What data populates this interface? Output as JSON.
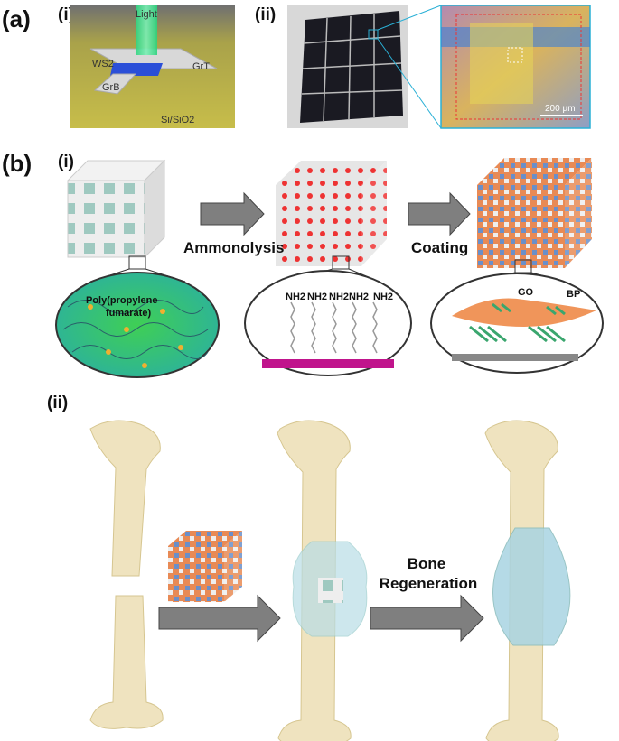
{
  "panels": {
    "a": "(a)",
    "a_i": "(i)",
    "a_ii": "(ii)",
    "b": "(b)",
    "b_i": "(i)",
    "b_ii": "(ii)"
  },
  "device": {
    "light": "Light",
    "ws2": "WS2",
    "gr_t": "GrT",
    "gr_b": "GrB",
    "substrate": "Si/SiO2"
  },
  "micrograph": {
    "scale_bar": "200 µm"
  },
  "scaffold": {
    "step1": "Ammonolysis",
    "step2": "Coating",
    "polymer_line1": "Poly(propylene",
    "polymer_line2": "fumarate)",
    "amine_groups": [
      "NH2",
      "NH2",
      "NH2",
      "NH2",
      "NH2"
    ],
    "go": "GO",
    "bp": "BP"
  },
  "regeneration": {
    "label_line1": "Bone",
    "label_line2": "Regeneration"
  },
  "colors": {
    "arrow": "#7f7f7f",
    "bone": "#efe3bf",
    "go": "#f0955a",
    "bp": "#3aa66e",
    "base": "#c0148c"
  }
}
